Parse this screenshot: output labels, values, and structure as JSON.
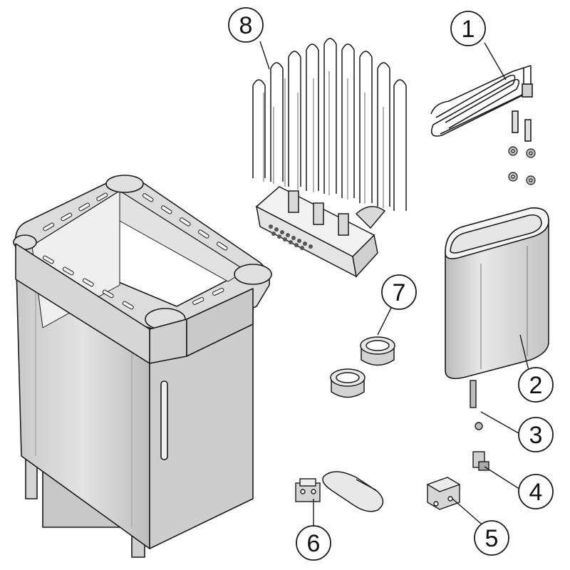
{
  "diagram": {
    "style": "exploded-parts-view",
    "colors": {
      "line": "#1a1a1a",
      "body_fill": "#d9d9d9",
      "body_dark": "#b8b8b8",
      "highlight": "#f2f2f2",
      "background": "#ffffff"
    },
    "callouts": [
      {
        "id": "1",
        "label": "1"
      },
      {
        "id": "2",
        "label": "2"
      },
      {
        "id": "3",
        "label": "3"
      },
      {
        "id": "4",
        "label": "4"
      },
      {
        "id": "5",
        "label": "5"
      },
      {
        "id": "6",
        "label": "6"
      },
      {
        "id": "7",
        "label": "7"
      },
      {
        "id": "8",
        "label": "8"
      }
    ]
  }
}
